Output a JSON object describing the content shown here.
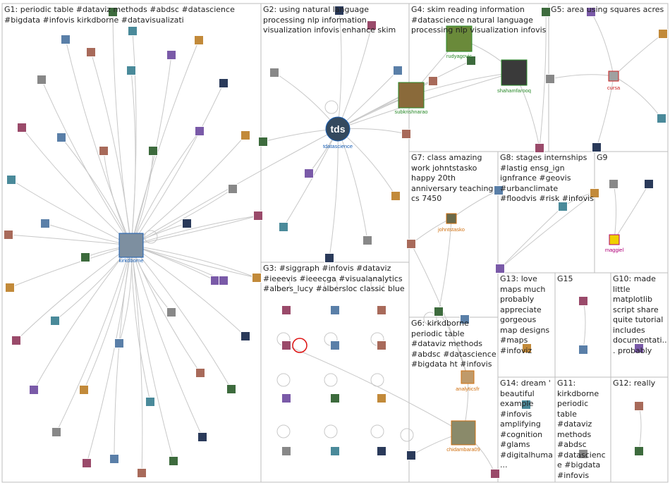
{
  "groups": [
    {
      "id": "G1",
      "label": "G1: periodic table #dataviz methods #abdsc #datascience #bigdata #infovis kirkdborne #datavisualizati"
    },
    {
      "id": "G2",
      "label": "G2: using natural language processing nlp information visualization infovis enhance skim"
    },
    {
      "id": "G4",
      "label": "G4: skim reading information #datascience natural language processing nlp visualization infovis"
    },
    {
      "id": "G5",
      "label": "G5: area using squares acres"
    },
    {
      "id": "G7",
      "label": "G7: class amazing work johntstasko happy 20th anniversary teaching cs 7450"
    },
    {
      "id": "G8",
      "label": "G8: stages internships #lastig ensg_ign ignfrance #geovis #urbanclimate #floodvis #risk #infovis"
    },
    {
      "id": "G9",
      "label": "G9"
    },
    {
      "id": "G3",
      "label": "G3: #siggraph #infovis #dataviz #ieeevis #ieeecga #visualanalytics #albers_lucy #albersloc classic blue"
    },
    {
      "id": "G6",
      "label": "G6: kirkdborne periodic table #dataviz methods #abdsc #datascience #bigdata ht #infovis"
    },
    {
      "id": "G13",
      "label": "G13: love maps much probably appreciate gorgeous map designs #maps #infoviz"
    },
    {
      "id": "G15",
      "label": "G15"
    },
    {
      "id": "G10",
      "label": "G10: made little matplotlib script share quite tutorial includes documentati... probably"
    },
    {
      "id": "G14",
      "label": "G14: dream ' beautiful example #infovis amplifying #cognition #glams #digitalhuma..."
    },
    {
      "id": "G11",
      "label": "G11: kirkdborne periodic table #dataviz methods #abdsc #datascience #bigdata #infovis"
    },
    {
      "id": "G12",
      "label": "G12: really"
    }
  ],
  "labels": {
    "kirkdborne": "kirkdborne",
    "tdatascience": "tdatascience",
    "tds": "tds",
    "rudyagovic": "rudyagovic",
    "shahamfarooq": "shahamfarooq",
    "subkrishnarao": "subkrishnarao",
    "cursa": "cursa",
    "johntstasko": "johntstasko",
    "maggiel": "maggiel",
    "analyticsfr": "analyticsfr",
    "chidambara09": "chidambara09"
  },
  "colors": {
    "edge": "#c8c8c8",
    "box": "#bdbdbd",
    "blue_label": "#1a5fb4",
    "green_label": "#2a8a2a",
    "red_label": "#cc2222",
    "orange_label": "#d07010",
    "yellow_label": "#b8a000",
    "magenta_label": "#b0007a",
    "tds_bg": "#34495e",
    "selfloop_red": "#dd1111"
  }
}
